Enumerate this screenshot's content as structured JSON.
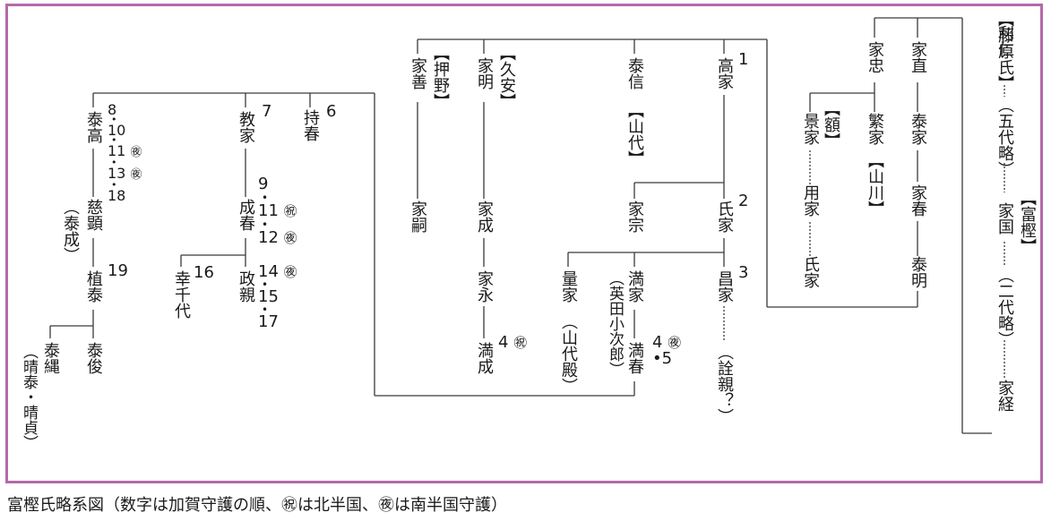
{
  "caption": "富樫氏略系図（数字は加賀守護の順、㊗は北半国、㊰は南半国守護）",
  "people": {
    "toshihito": "利仁",
    "godai": "（五代略）",
    "iekuni": "家国",
    "nidai": "（二代略）",
    "iekyo": "家経",
    "ienao": "家直",
    "yasuie": "泰家",
    "ieharu": "家春",
    "taimei": "泰明",
    "ietada": "家忠",
    "shigeie": "繁家",
    "kageie": "景家",
    "youka": "用家",
    "ujiie": "氏家",
    "takaie": "高家",
    "ujiie2": "氏家",
    "masaie": "昌家",
    "akichika": "（詮親？）",
    "yasunobu": "泰信",
    "iemune": "家宗",
    "mitsuie": "満家",
    "eida": "（英田小次郎）",
    "mitsuharu": "満春",
    "kouie": "量家",
    "yamashiro_dono": "（山代殿）",
    "ieaki": "家明",
    "ienari": "家成",
    "ienaga": "家永",
    "mitsunari": "満成",
    "iezen": "家善",
    "ietsugu": "家嗣",
    "mochiharu": "持春",
    "noriie": "教家",
    "shigeharu": "成春",
    "kochiyo": "幸千代",
    "masachika": "政親",
    "yasutaka": "泰高",
    "jigen": "慈顕",
    "yasunari": "（泰成）",
    "tanetai": "植泰",
    "yasutoshi": "泰俊",
    "yasutsuna": "泰縄",
    "haruyasu": "（晴泰・晴貞）"
  },
  "clans": {
    "fujiwara": "【藤原氏】",
    "togashi": "【富樫】",
    "yamakawa": "【山川】",
    "nuka": "【額】",
    "yamashiro": "【山代】",
    "kuyasu": "【久安】",
    "oshino": "【押野】"
  },
  "numbers": {
    "n1": "1",
    "n2": "2",
    "n3": "3",
    "n4a": "4",
    "n4b": "4",
    "n5": "5",
    "n6": "6",
    "n7": "7",
    "n16": "16",
    "n19": "19",
    "n8": "8",
    "n10": "10",
    "n11a": "11",
    "n13": "13",
    "n18": "18",
    "n9": "9",
    "n11b": "11",
    "n12": "12",
    "n14": "14",
    "n15": "15",
    "n17": "17",
    "dot": "•",
    "north": "㊗",
    "south": "㊰"
  },
  "colors": {
    "frame": "#b36aa8",
    "line": "#3a3a3a",
    "text": "#1a1a1a"
  }
}
